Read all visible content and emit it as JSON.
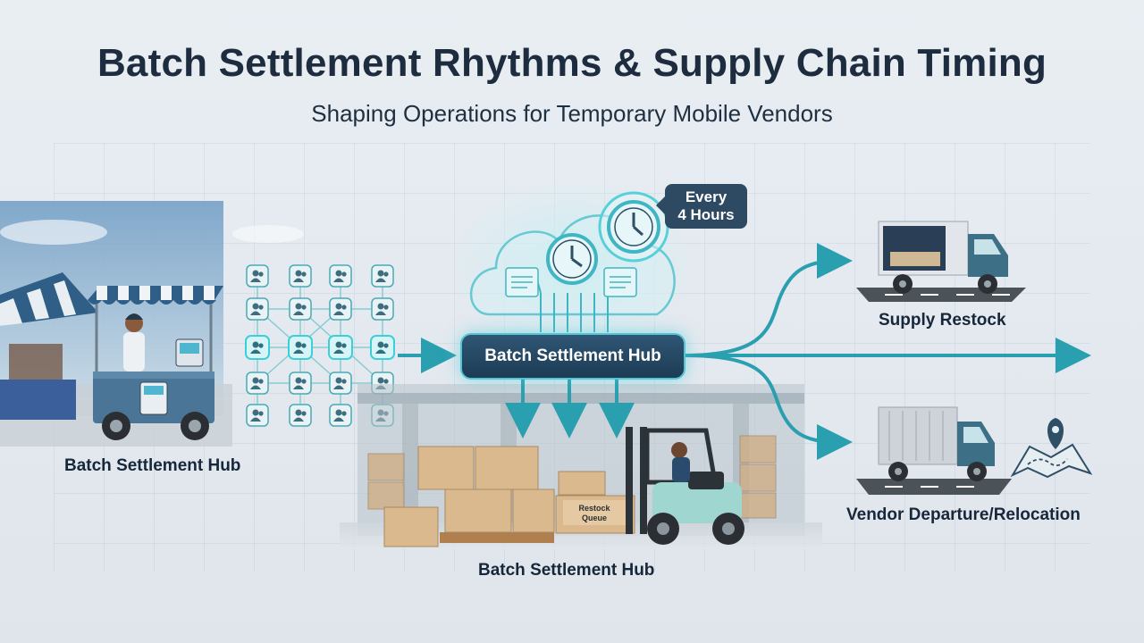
{
  "header": {
    "title": "Batch Settlement Rhythms & Supply Chain Timing",
    "subtitle": "Shaping Operations for Temporary Mobile Vendors"
  },
  "vendor_stall": {
    "caption": "Batch Settlement Hub"
  },
  "hub": {
    "label": "Batch Settlement Hub",
    "timer_badge": {
      "line1": "Every",
      "line2": "4 Hours"
    }
  },
  "warehouse": {
    "caption": "Batch Settlement Hub",
    "box_label_line1": "Restock",
    "box_label_line2": "Queue"
  },
  "outputs": {
    "supply_restock": "Supply Restock",
    "vendor_departure": "Vendor Departure/Relocation"
  },
  "colors": {
    "teal": "#2a9fb0",
    "glow": "#5fd6e0",
    "navy": "#1d3c55",
    "truck_cab": "#3d6f86"
  }
}
